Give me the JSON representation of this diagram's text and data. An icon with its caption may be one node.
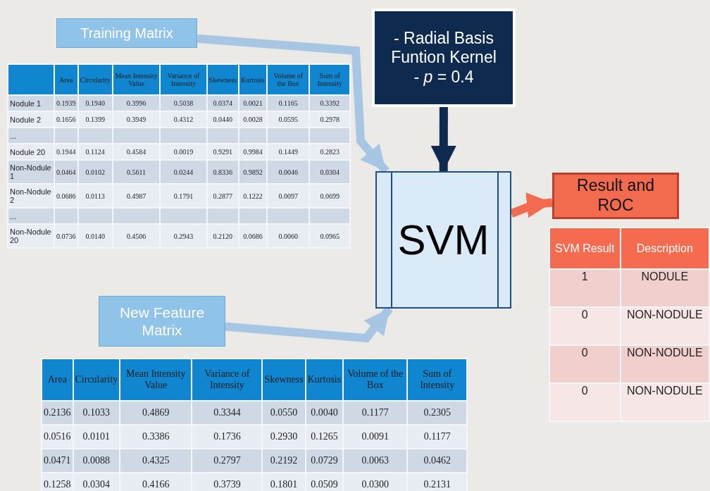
{
  "diagram": {
    "nodes": [
      {
        "text": [
          "Training Matrix"
        ]
      },
      {
        "text": [
          "New Feature Matrix"
        ]
      },
      {
        "text": [
          "- Radial Basis Funtion Kernel",
          "- *p* = 0.4"
        ]
      },
      {
        "text": [
          "SVM"
        ]
      },
      {
        "text": [
          "Result and ROC"
        ]
      }
    ],
    "edges": [
      {
        "from": 0,
        "to": 3,
        "arrow": "to",
        "color": "#a7c6e3"
      },
      {
        "from": 1,
        "to": 3,
        "arrow": "to",
        "color": "#a7c6e3"
      },
      {
        "from": 2,
        "to": 3,
        "arrow": "to",
        "color": "#0f2a4f"
      },
      {
        "from": 3,
        "to": 4,
        "arrow": "to",
        "color": "#f26b4f"
      }
    ],
    "labels": [
      "Area",
      "Circularity",
      "Mean Intensity Value",
      "Variance of Intensity",
      "Skewness",
      "Kurtosis",
      "Volume of the Box",
      "Sum of Intensity",
      "Nodule 1",
      "0.1939",
      "0.1940",
      "0.3996",
      "0.5038",
      "0.0374",
      "0.0021",
      "0.1165",
      "0.3392",
      "Nodule 2",
      "0.1656",
      "0.1399",
      "0.3949",
      "0.4312",
      "0.0440",
      "0.0028",
      "0.0595",
      "0.2978",
      "...",
      "Nodule 20",
      "0.1944",
      "0.1124",
      "0.4584",
      "0.0019",
      "0.9291",
      "0.9984",
      "0.1449",
      "0.2823",
      "Non-Nodule 1",
      "0.0464",
      "0.0102",
      "0.5611",
      "0.0244",
      "0.8336",
      "0.9892",
      "0.0046",
      "0.0304",
      "Non-Nodule 2",
      "0.0686",
      "0.0113",
      "0.4987",
      "0.1791",
      "0.2877",
      "0.1222",
      "0.0097",
      "0.0699",
      "...",
      "Non-Nodule 20",
      "0.0736",
      "0.0140",
      "0.4506",
      "0.2943",
      "0.2120",
      "0.0686",
      "0.0060",
      "0.0965",
      "Area",
      "Circularity",
      "Mean Intensity Value",
      "Variance of Intensity",
      "Skewness",
      "Kurtosis",
      "Volume of the Box",
      "Sum of Intensity",
      "0.2136",
      "0.1033",
      "0.4869",
      "0.3344",
      "0.0550",
      "0.0040",
      "0.1177",
      "0.2305",
      "0.0516",
      "0.0101",
      "0.3386",
      "0.1736",
      "0.2930",
      "0.1265",
      "0.0091",
      "0.1177",
      "0.0471",
      "0.0088",
      "0.4325",
      "0.2797",
      "0.2192",
      "0.0729",
      "0.0063",
      "0.0462",
      "0.1258",
      "0.0304",
      "0.4166",
      "0.3739",
      "0.1801",
      "0.0509",
      "0.0300",
      "0.2131",
      "SVM  Result",
      "Description",
      "1",
      "NODULE",
      "0",
      "NON-NODULE",
      "0",
      "NON-NODULE",
      "0",
      "NON-NODULE"
    ]
  }
}
